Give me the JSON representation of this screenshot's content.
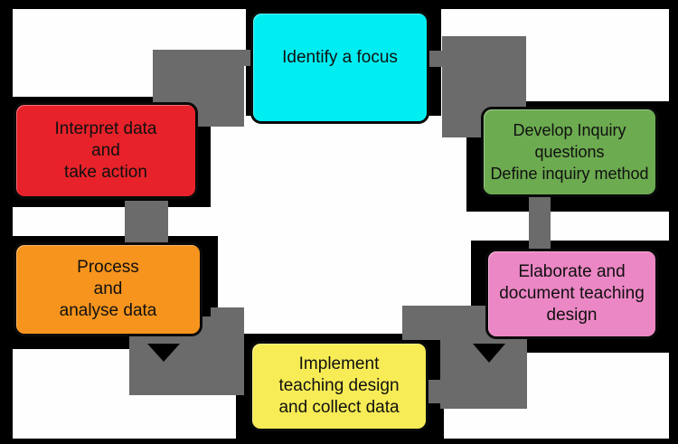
{
  "canvas": {
    "background_color": "#000000",
    "inner_background_color": "#fefefe",
    "arrow_color": "#6b6b6b",
    "frame_color": "#000000"
  },
  "diagram": {
    "type": "cycle",
    "direction": "clockwise",
    "nodes": [
      {
        "id": "identify-a-focus",
        "position": "top-center",
        "color": "#00eef2",
        "lines": [
          "Identify a focus"
        ]
      },
      {
        "id": "develop-inquiry",
        "position": "upper-right",
        "color": "#6cab50",
        "lines": [
          "Develop Inquiry",
          "questions",
          "Define inquiry method"
        ]
      },
      {
        "id": "elaborate-design",
        "position": "lower-right",
        "color": "#ec87c5",
        "lines": [
          "Elaborate and",
          "document teaching",
          "design"
        ]
      },
      {
        "id": "implement-collect",
        "position": "bottom-center",
        "color": "#f7ec55",
        "lines": [
          "Implement",
          "teaching design",
          "and collect data"
        ]
      },
      {
        "id": "process-analyse",
        "position": "lower-left",
        "color": "#f7941d",
        "lines": [
          "Process",
          "and",
          "analyse data"
        ]
      },
      {
        "id": "interpret-act",
        "position": "upper-left",
        "color": "#e8222a",
        "lines": [
          "Interpret data",
          "and",
          "take action"
        ]
      }
    ],
    "flow": [
      {
        "from": "identify-a-focus",
        "to": "develop-inquiry"
      },
      {
        "from": "develop-inquiry",
        "to": "elaborate-design"
      },
      {
        "from": "elaborate-design",
        "to": "implement-collect"
      },
      {
        "from": "implement-collect",
        "to": "process-analyse"
      },
      {
        "from": "process-analyse",
        "to": "interpret-act"
      },
      {
        "from": "interpret-act",
        "to": "identify-a-focus"
      }
    ]
  }
}
